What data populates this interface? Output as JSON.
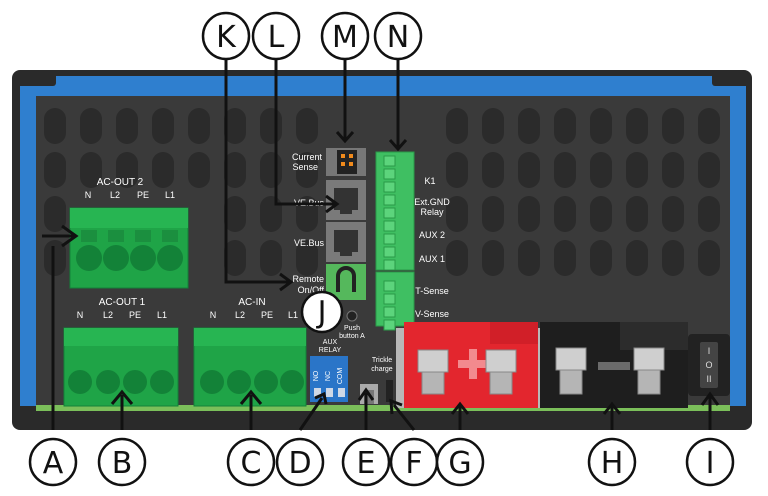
{
  "callouts": {
    "A": "A",
    "B": "B",
    "C": "C",
    "D": "D",
    "E": "E",
    "F": "F",
    "G": "G",
    "H": "H",
    "I": "I",
    "J": "J",
    "K": "K",
    "L": "L",
    "M": "M",
    "N": "N"
  },
  "ac_out_2": {
    "title": "AC-OUT 2",
    "pins": [
      "N",
      "L2",
      "PE",
      "L1"
    ]
  },
  "ac_out_1": {
    "title": "AC-OUT 1",
    "pins": [
      "N",
      "L2",
      "PE",
      "L1"
    ]
  },
  "ac_in": {
    "title": "AC-IN",
    "pins": [
      "N",
      "L2",
      "PE",
      "L1"
    ]
  },
  "ports": {
    "current_sense_1": "Current",
    "current_sense_2": "Sense",
    "vebus_1": "VE.Bus",
    "vebus_2": "VE.Bus",
    "remote_1": "Remote",
    "remote_2": "On/Off",
    "push_button_1": "Push",
    "push_button_2": "button A"
  },
  "terminal_labels": {
    "k1": "K1",
    "ext_gnd_1": "Ext.GND",
    "ext_gnd_2": "Relay",
    "aux2": "AUX 2",
    "aux1": "AUX 1",
    "tsense": "T-Sense",
    "vsense": "V-Sense"
  },
  "aux_relay": {
    "title_1": "AUX",
    "title_2": "RELAY",
    "pins": [
      "NO",
      "NC",
      "COM"
    ]
  },
  "trickle": {
    "line_1": "Trickle",
    "line_2": "charge"
  },
  "switch_marks": {
    "on": "I",
    "off": "O",
    "charger_only": "II"
  },
  "colors": {
    "housing_blue": "#2f7fcf",
    "panel_dark": "#3a3a3a",
    "terminal_green": "#2fbf5b",
    "positive_red": "#e3262e",
    "negative_black": "#1a1a1a"
  }
}
